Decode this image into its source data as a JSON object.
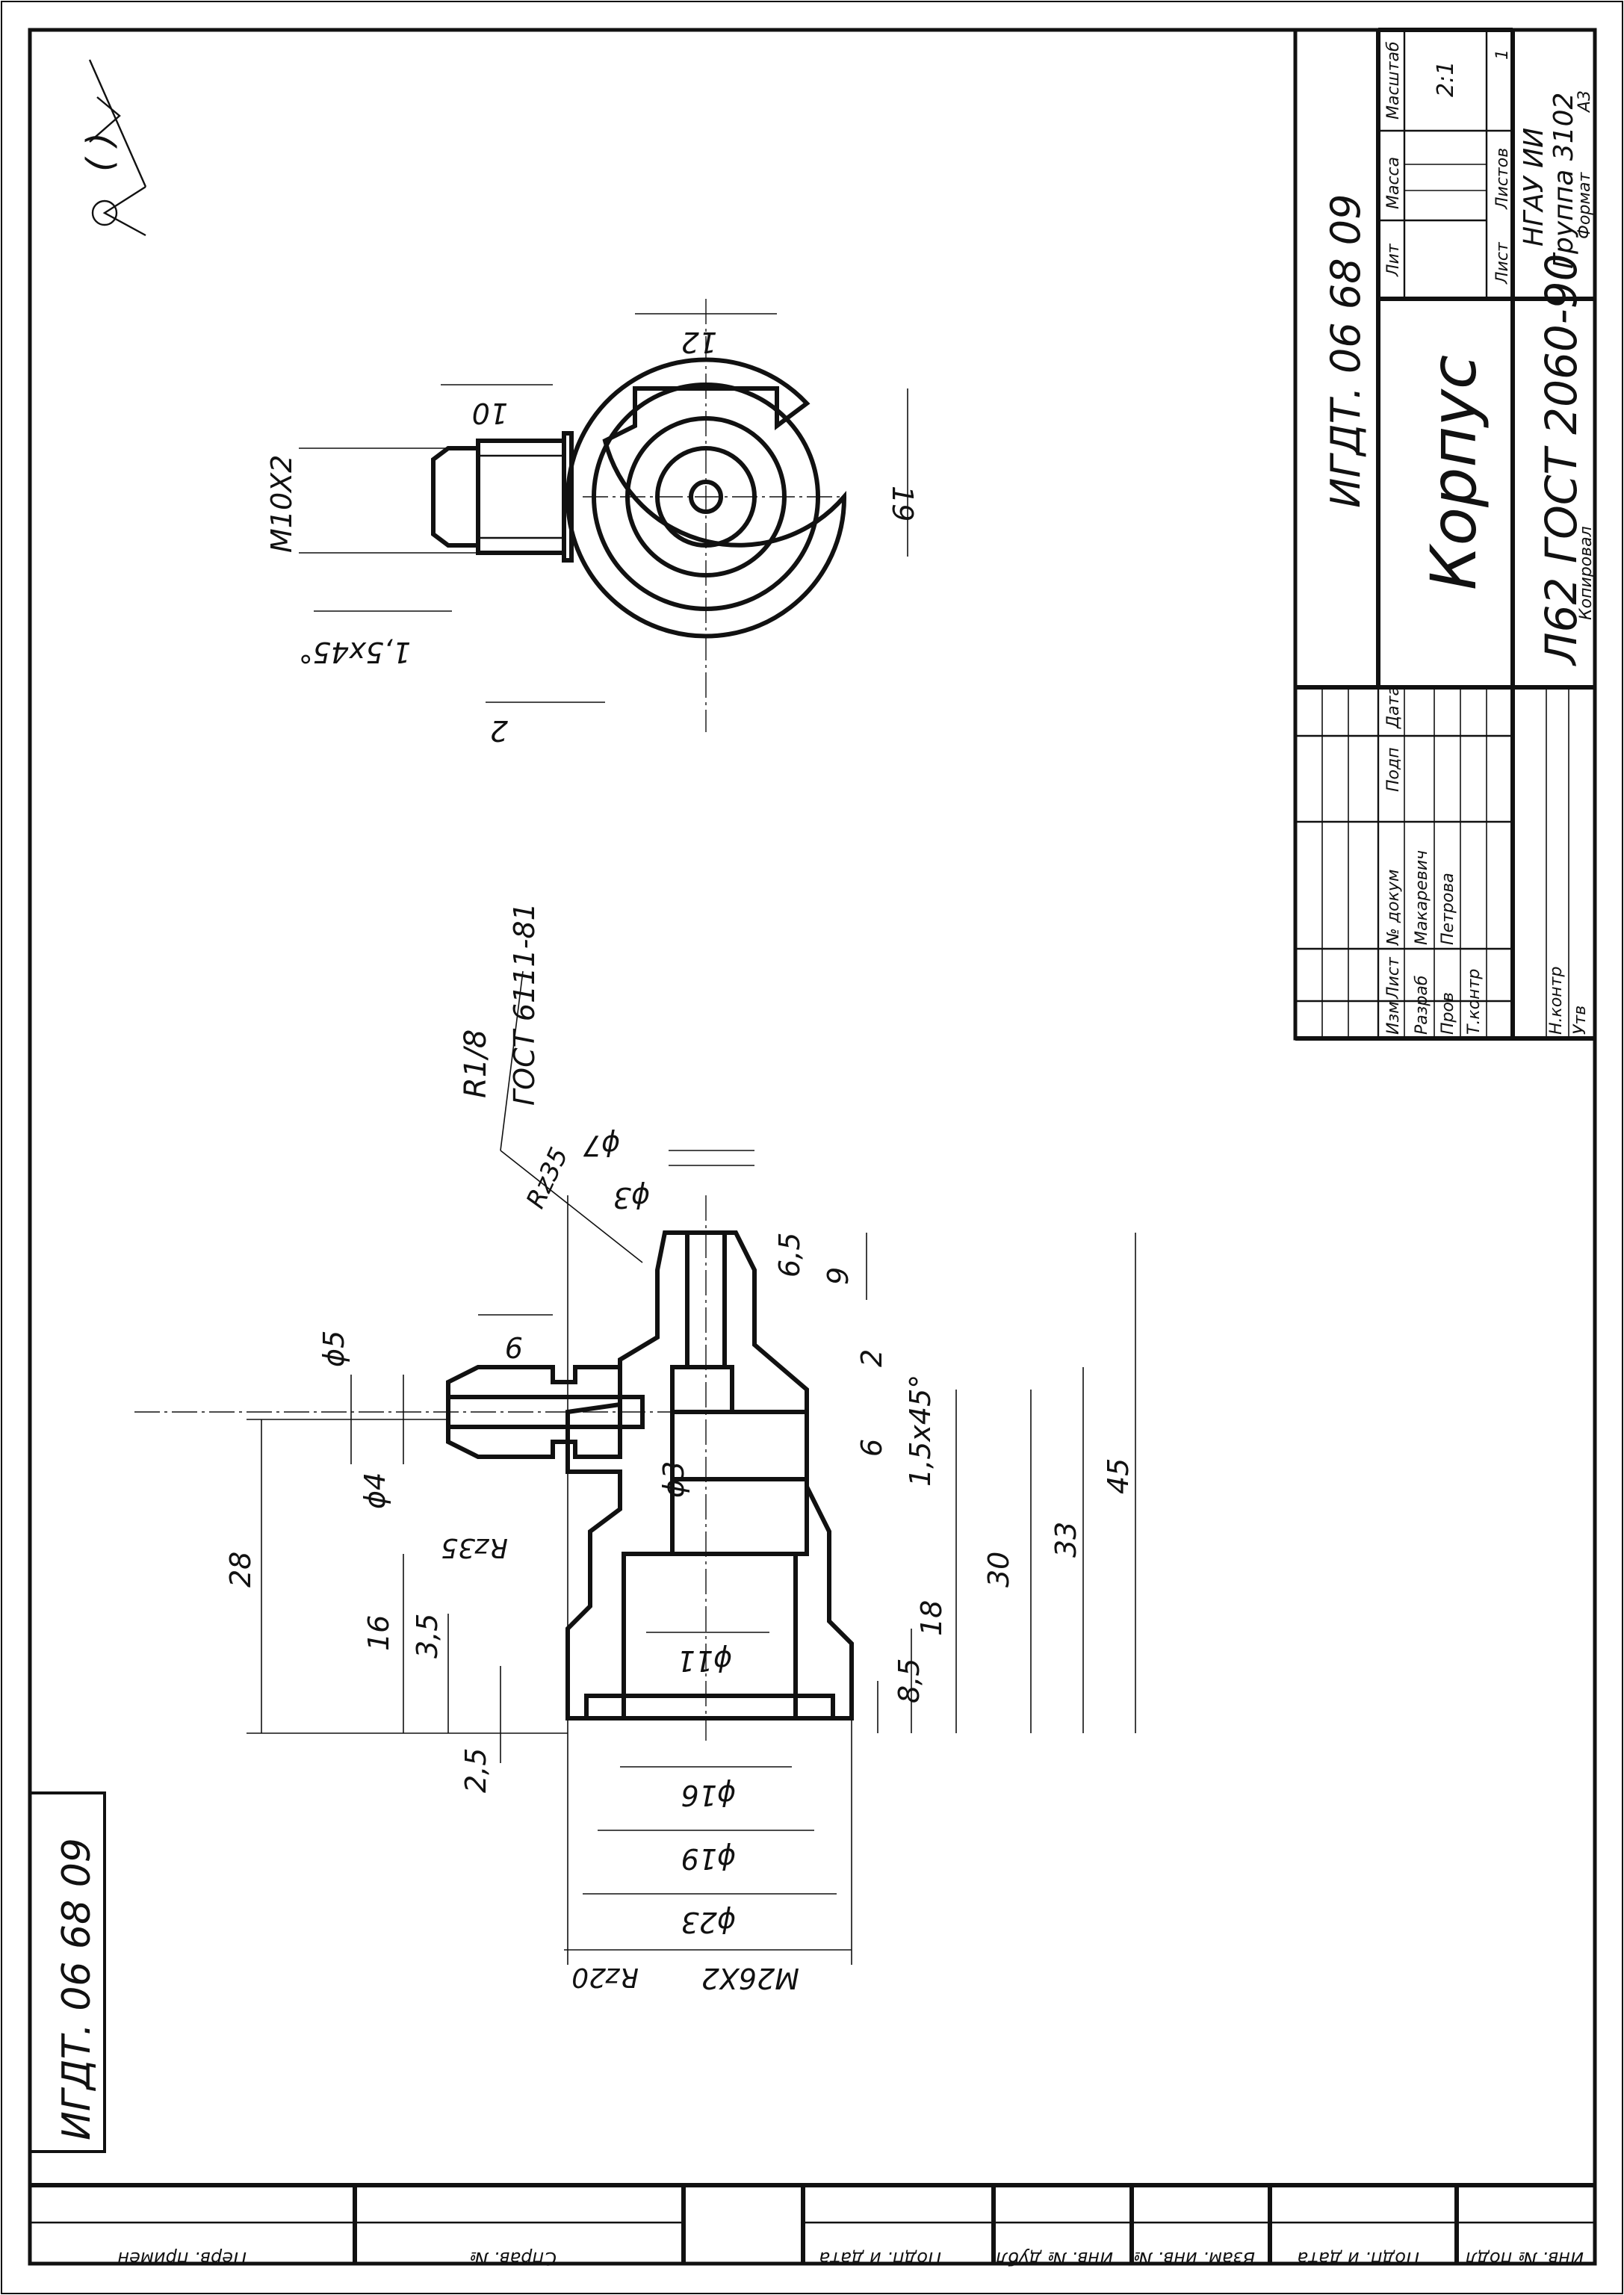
{
  "title_block": {
    "designation": "ИГДТ. 06 68 09",
    "part_name": "Корпус",
    "material": "Л62 ГОСТ 2060-90",
    "org_line1": "НГАУ ИИ",
    "org_line2": "Группа 3102",
    "scale": "2:1",
    "sheets_count": "1",
    "col_lit": "Лит",
    "col_mass": "Масса",
    "col_scale": "Масштаб",
    "col_sheet": "Лист",
    "col_sheets": "Листов",
    "col_izm": "Изм",
    "col_list": "Лист",
    "col_doc": "№ докум",
    "col_sign": "Подп",
    "col_date": "Дата",
    "role_dev": "Разраб",
    "role_check": "Пров",
    "role_tcontrol": "Т.контр",
    "role_ncontrol": "Н.контр",
    "role_approve": "Утв",
    "name_dev": "Макаревич",
    "name_check": "Петрова",
    "copied": "Копировал",
    "format_label": "Формат",
    "format_value": "А3"
  },
  "side_stamp": {
    "designation": "ИГДТ. 06 68 09"
  },
  "bottom_strip": {
    "first_use": "Перв. примен",
    "ref_no": "Справ. №",
    "sign_date_1": "Подп. и дата",
    "dup_inv": "Инв. № дубл",
    "inst_inv": "Взам. инв. №",
    "sign_date_2": "Подп. и дата",
    "orig_inv": "Инв. № подл"
  },
  "roughness": {
    "bracket": "( )"
  },
  "main_view": {
    "d28": "28",
    "d16": "16",
    "d3_5": "3,5",
    "d2_5": "2,5",
    "phi5": "ϕ5",
    "phi4": "ϕ4",
    "rz35_left": "Rz35",
    "rz35_top": "Rz35",
    "d9_spigot": "9",
    "r1_8": "R1/8",
    "gost_thread": "ГОСТ 6111-81",
    "phi7": "ϕ7",
    "phi3_top": "ϕ3",
    "phi3_bore": "ϕ3",
    "d6_5": "6,5",
    "d9_head": "9",
    "d2": "2",
    "d6": "6",
    "chamfer": "1,5х45°",
    "d30": "30",
    "d33": "33",
    "d45": "45",
    "d18": "18",
    "d8_5": "8,5",
    "phi11": "ϕ11",
    "phi16": "ϕ16",
    "phi19": "ϕ19",
    "phi23": "ϕ23",
    "thread_m26": "М26Х2",
    "rz20": "Rz20"
  },
  "end_view": {
    "d12": "12",
    "d10": "10",
    "thread_m10": "М10Х2",
    "d19": "19",
    "chamfer": "1,5х45°",
    "d2": "2"
  }
}
